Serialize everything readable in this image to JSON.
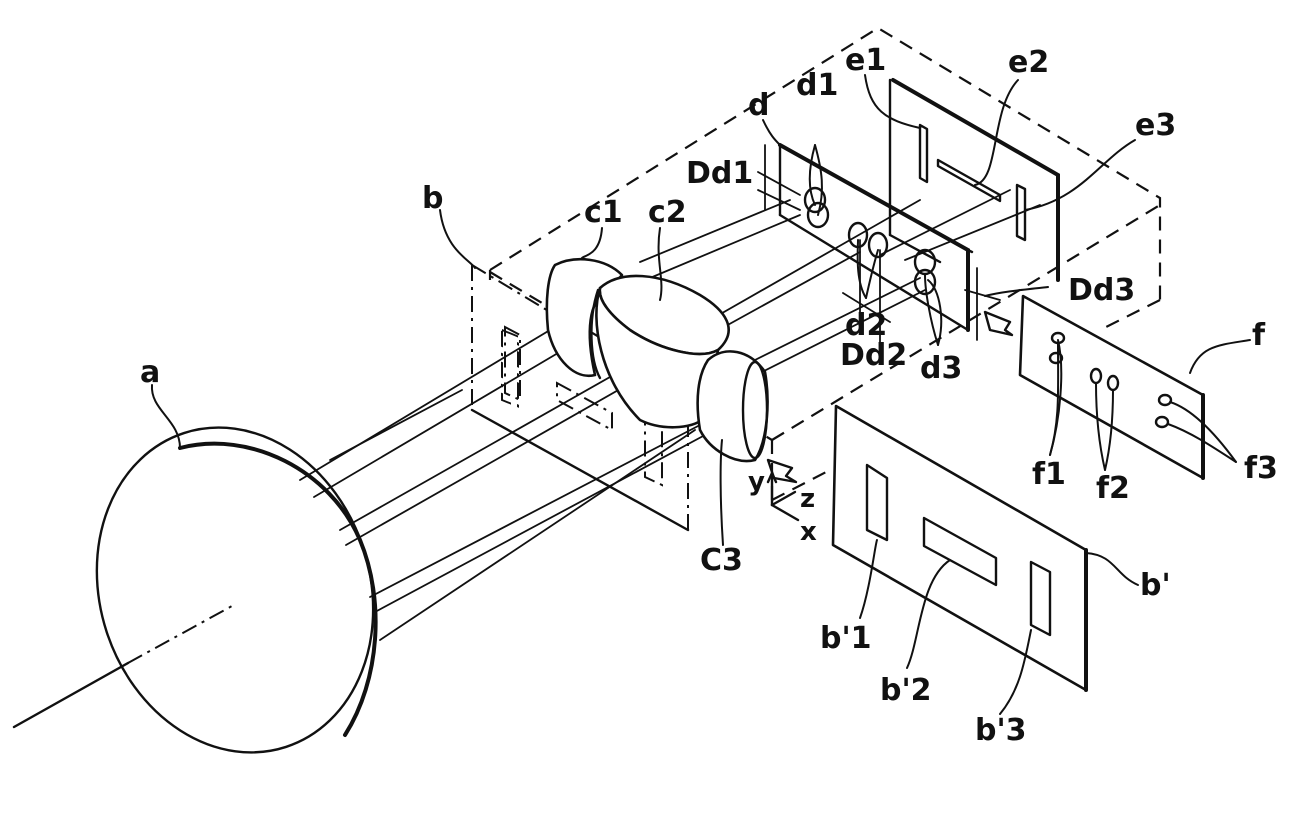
{
  "figure": {
    "description": "Perspective patent drawing of an optical system: concave mirror, three cylindrical lenses, slit plates, aperture masks and detector plate with coordinate axes",
    "labels": {
      "a": "a",
      "b": "b",
      "c1": "c1",
      "c2": "c2",
      "c3": "C3",
      "d": "d",
      "d1": "d1",
      "d2": "d2",
      "d3": "d3",
      "Dd1": "Dd1",
      "Dd2": "Dd2",
      "Dd3": "Dd3",
      "e1": "e1",
      "e2": "e2",
      "e3": "e3",
      "f": "f",
      "f1": "f1",
      "f2": "f2",
      "f3": "f3",
      "b_prime": "b'",
      "b_prime1": "b'1",
      "b_prime2": "b'2",
      "b_prime3": "b'3"
    },
    "axes": {
      "x": "x",
      "y": "y",
      "z": "z"
    },
    "components": [
      {
        "id": "a",
        "name": "concave mirror"
      },
      {
        "id": "b",
        "name": "entrance slit plate (in box)"
      },
      {
        "id": "c1",
        "name": "cylindrical lens 1"
      },
      {
        "id": "c2",
        "name": "cylindrical lens 2"
      },
      {
        "id": "c3",
        "name": "cylindrical lens 3"
      },
      {
        "id": "d",
        "name": "aperture plate with openings d1, d2, d3"
      },
      {
        "id": "e",
        "name": "rear slit plate with slits e1, e2, e3"
      },
      {
        "id": "f",
        "name": "plate with holes f1, f2, f3"
      },
      {
        "id": "b'",
        "name": "slit plate with slits b'1, b'2, b'3"
      }
    ]
  }
}
